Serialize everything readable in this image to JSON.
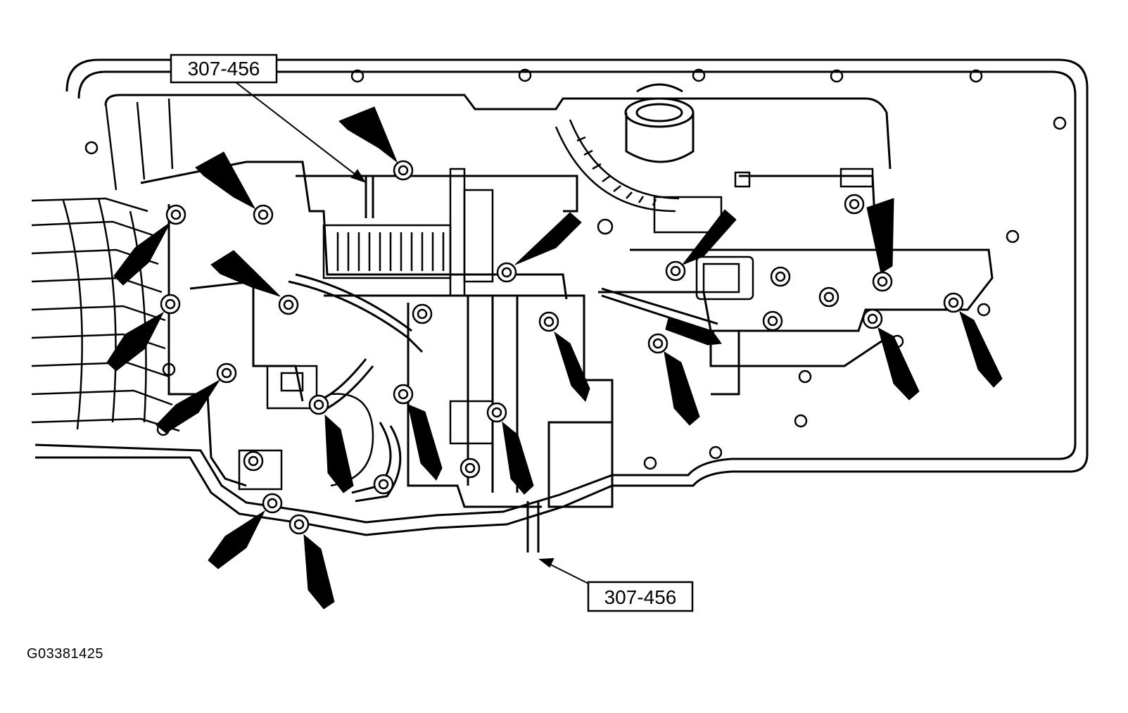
{
  "diagram": {
    "callouts": [
      {
        "label": "307-456"
      },
      {
        "label": "307-456"
      }
    ],
    "figure_id": "G03381425"
  },
  "colors": {
    "line": "#000000",
    "background": "#ffffff"
  }
}
